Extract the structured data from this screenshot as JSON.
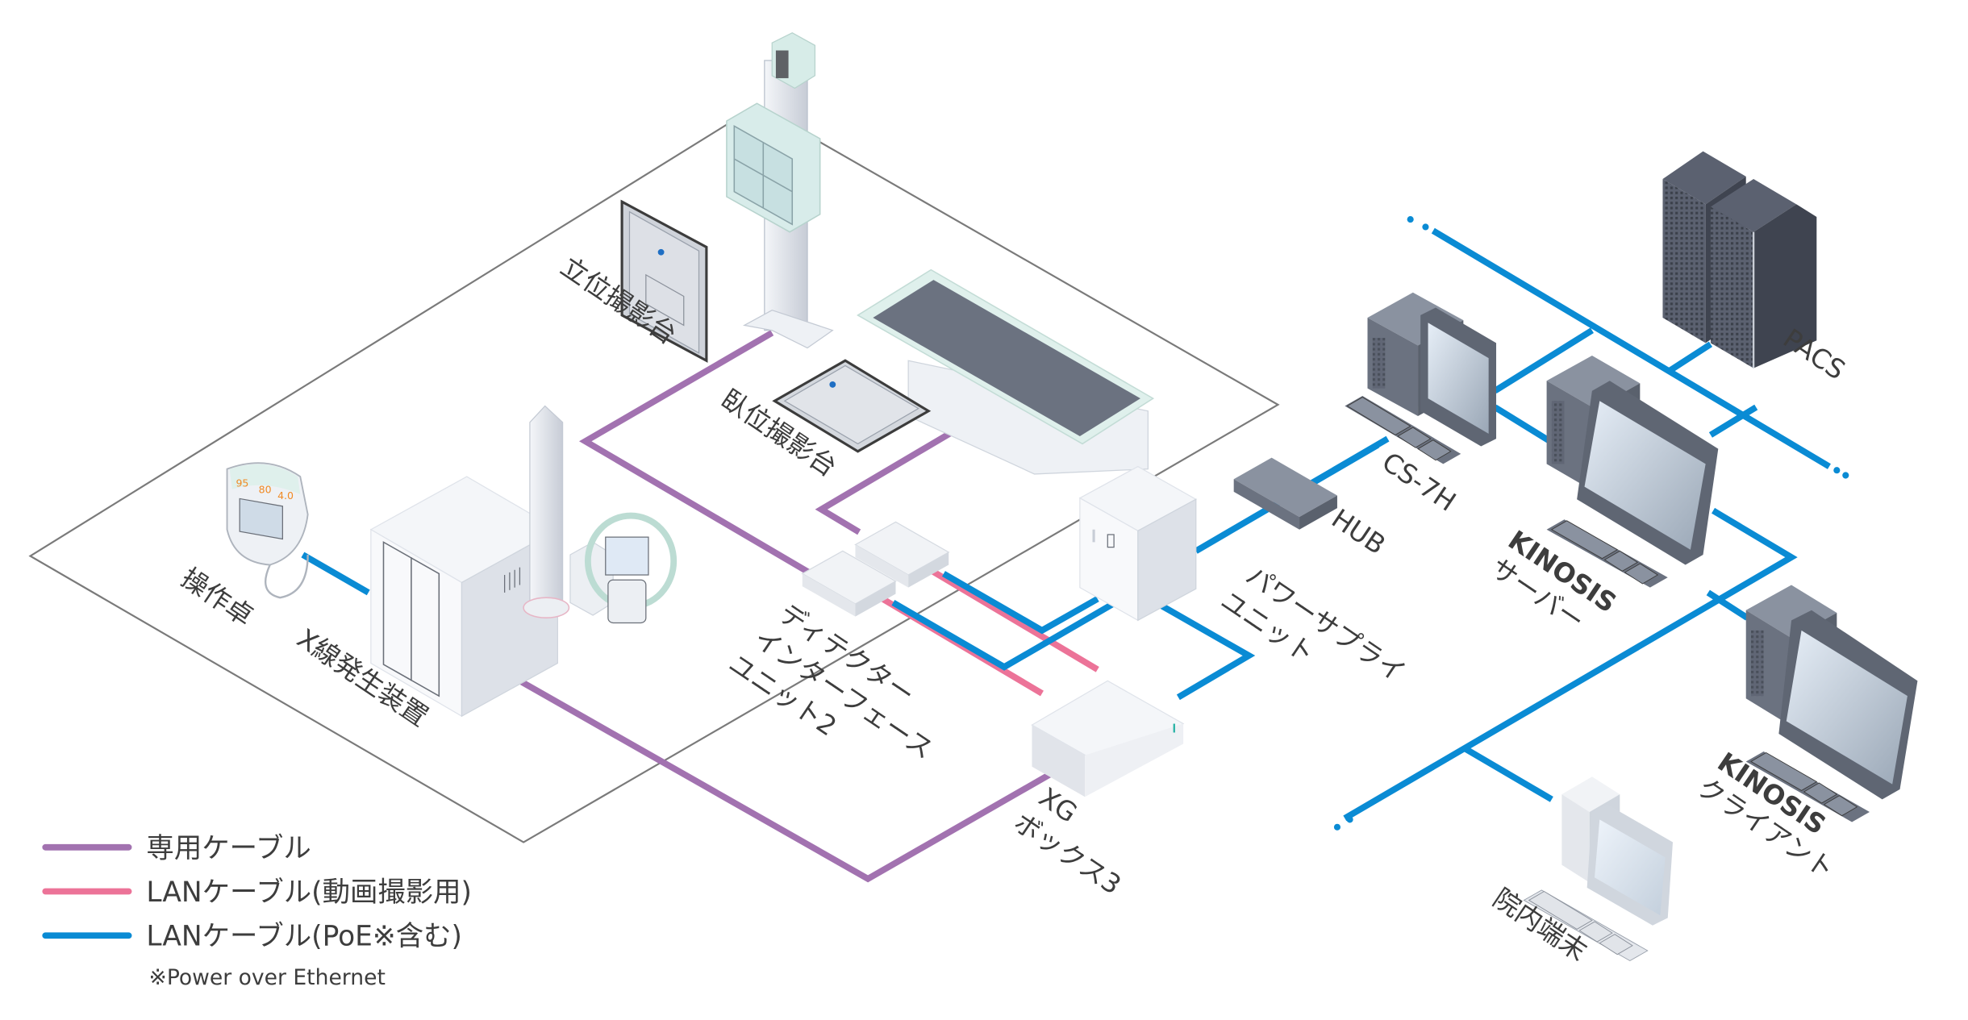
{
  "title": "X線撮影システム ネットワーク構成図",
  "colors": {
    "dedicated_cable": "#A272B0",
    "lan_video": "#EC7398",
    "lan_poe": "#0A8BD4",
    "floor_outline": "#7A7A7A",
    "device_dark": "#6B7280",
    "device_light": "#EEF1F5",
    "label_text": "#3D3D3D",
    "console_digits": "#F08A24"
  },
  "devices": {
    "standing_stand": {
      "label": "立位撮影台",
      "icon": "upright-stand-icon"
    },
    "table": {
      "label": "臥位撮影台",
      "icon": "bucky-table-icon"
    },
    "console": {
      "label": "操作卓",
      "icon": "operator-console-icon",
      "readouts": [
        "95",
        "80",
        "4.0"
      ]
    },
    "xray_generator": {
      "label": "X線発生装置",
      "icon": "xray-generator-icon"
    },
    "detector_interface": {
      "label_lines": [
        "ディテクター",
        "インターフェース",
        "ユニット2"
      ],
      "icon": "interface-box-icon"
    },
    "power_supply": {
      "label_lines": [
        "パワーサプライ",
        "ユニット"
      ],
      "icon": "power-supply-icon"
    },
    "xg_box": {
      "label_lines": [
        "XG",
        "ボックス3"
      ],
      "icon": "xg-box-icon"
    },
    "hub": {
      "label": "HUB",
      "icon": "network-hub-icon"
    },
    "cs7h": {
      "label": "CS-7H",
      "icon": "workstation-icon"
    },
    "kinosis_server": {
      "label_lines": [
        "KINOSIS",
        "サーバー"
      ],
      "icon": "server-workstation-icon"
    },
    "kinosis_client": {
      "label_lines": [
        "KINOSIS",
        "クライアント"
      ],
      "icon": "client-workstation-icon"
    },
    "pacs": {
      "label": "PACS",
      "icon": "server-rack-icon"
    },
    "terminal": {
      "label": "院内端末",
      "icon": "hospital-terminal-icon"
    }
  },
  "network": {
    "continuation_marker": "…"
  },
  "legend": {
    "items": [
      {
        "label": "専用ケーブル",
        "color_key": "dedicated_cable"
      },
      {
        "label": "LANケーブル(動画撮影用)",
        "color_key": "lan_video"
      },
      {
        "label": "LANケーブル(PoE※含む)",
        "color_key": "lan_poe"
      }
    ],
    "footnote": "※Power over Ethernet"
  }
}
